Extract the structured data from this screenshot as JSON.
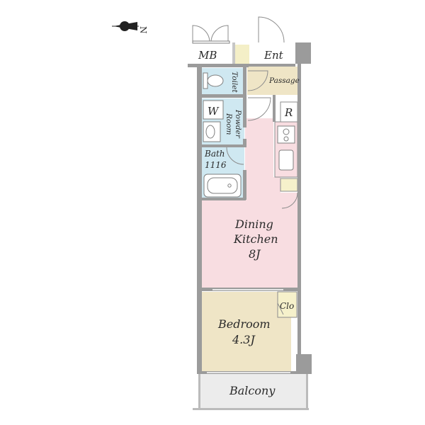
{
  "compass": {
    "label": "N",
    "icon": "north-arrow-icon"
  },
  "rooms": {
    "mb": "MB",
    "entrance": "Ent",
    "toilet": "Toilet",
    "passage": "Passage",
    "washer": "W",
    "powder_room_1": "Powder",
    "powder_room_2": "Room",
    "refrigerator": "R",
    "bath_1": "Bath",
    "bath_2": "1116",
    "dining_1": "Dining",
    "dining_2": "Kitchen",
    "dining_3": "8J",
    "closet": "Clo",
    "bedroom_1": "Bedroom",
    "bedroom_2": "4.3J",
    "balcony": "Balcony"
  },
  "colors": {
    "dining_kitchen": "#f8dde1",
    "bedroom": "#efe5c6",
    "wet_areas": "#cfe8f1",
    "passage": "#efe5c6",
    "entrance_floor": "#f4efc7",
    "closet": "#f6f1cb",
    "balcony": "#ececec",
    "walls": "#9b9b9b"
  }
}
